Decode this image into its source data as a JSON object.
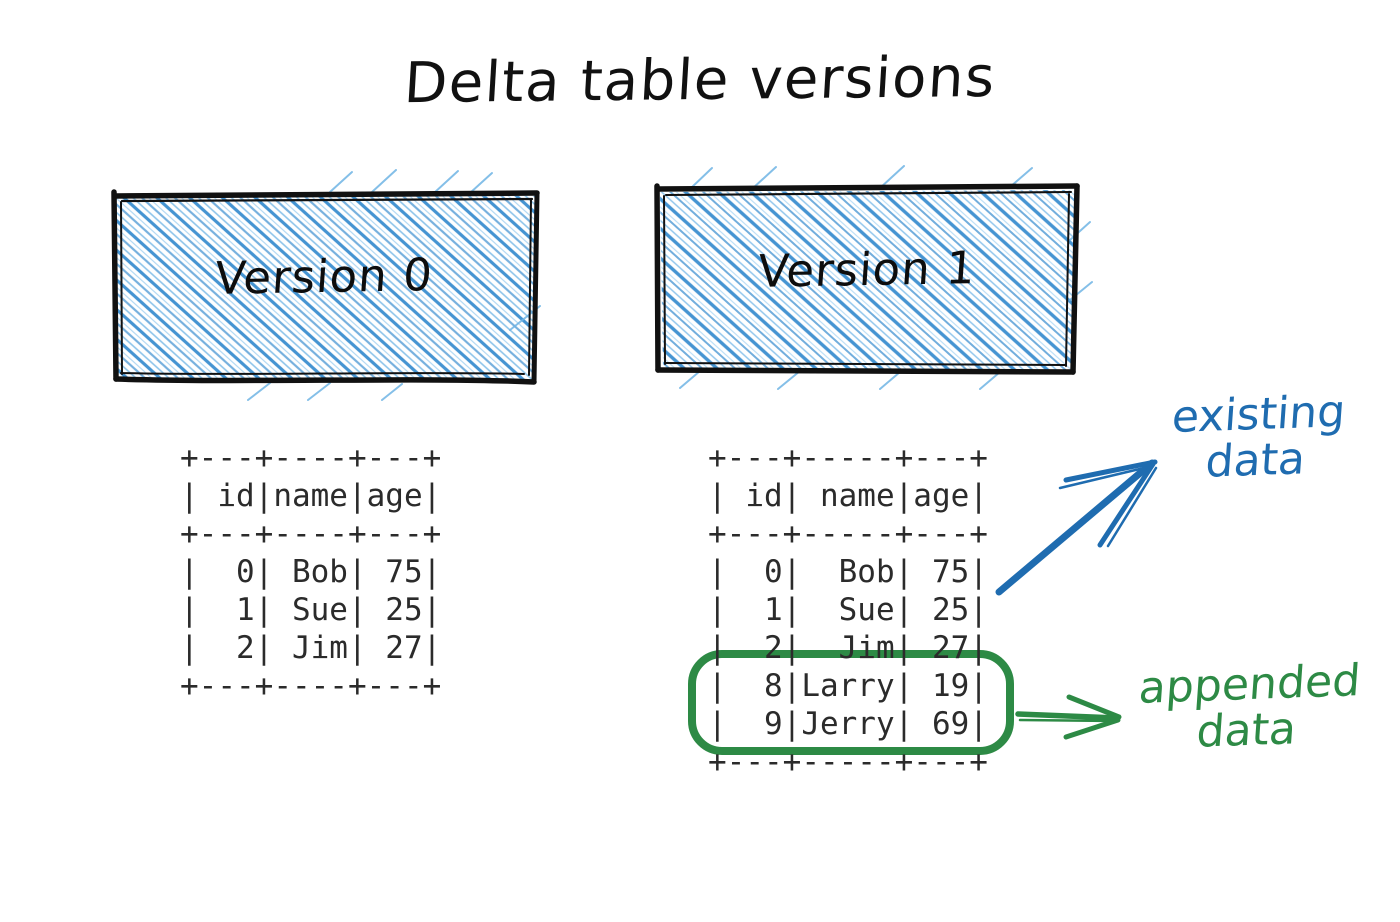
{
  "page": {
    "title": "Delta table versions",
    "background": "#ffffff"
  },
  "colors": {
    "hatch_blue": "#3b8ed0",
    "annotation_blue": "#1f6cb0",
    "annotation_green": "#2d8a45",
    "ink_black": "#111111",
    "table_text": "#2b2b2b"
  },
  "boxes": [
    {
      "id": "version0",
      "label": "Version 0",
      "fill": "hatched-blue",
      "border": "hand-drawn-black"
    },
    {
      "id": "version1",
      "label": "Version 1",
      "fill": "hatched-blue",
      "border": "hand-drawn-black"
    }
  ],
  "tables": {
    "version0": {
      "ascii": "+---+----+---+\n| id|name|age|\n+---+----+---+\n|  0| Bob| 75|\n|  1| Sue| 25|\n|  2| Jim| 27|\n+---+----+---+",
      "columns": [
        "id",
        "name",
        "age"
      ],
      "rows": [
        [
          "0",
          "Bob",
          "75"
        ],
        [
          "1",
          "Sue",
          "25"
        ],
        [
          "2",
          "Jim",
          "27"
        ]
      ]
    },
    "version1": {
      "ascii": "+---+-----+---+\n| id| name|age|\n+---+-----+---+\n|  0|  Bob| 75|\n|  1|  Sue| 25|\n|  2|  Jim| 27|\n|  8|Larry| 19|\n|  9|Jerry| 69|\n+---+-----+---+",
      "columns": [
        "id",
        "name",
        "age"
      ],
      "rows": [
        [
          "0",
          "Bob",
          "75"
        ],
        [
          "1",
          "Sue",
          "25"
        ],
        [
          "2",
          "Jim",
          "27"
        ],
        [
          "8",
          "Larry",
          "19"
        ],
        [
          "9",
          "Jerry",
          "69"
        ]
      ],
      "highlighted_rows": [
        3,
        4
      ]
    }
  },
  "annotations": [
    {
      "id": "existing-data",
      "line1": "existing",
      "line2": "data",
      "color": "#1f6cb0",
      "arrow": "up-right",
      "points_to": "version1-existing-rows"
    },
    {
      "id": "appended-data",
      "line1": "appended",
      "line2": "data",
      "color": "#2d8a45",
      "arrow": "right",
      "points_to": "version1-appended-rows-highlight"
    }
  ],
  "highlight": {
    "id": "appended-rows-highlight",
    "shape": "rounded-rectangle",
    "color": "#2d8a45"
  }
}
